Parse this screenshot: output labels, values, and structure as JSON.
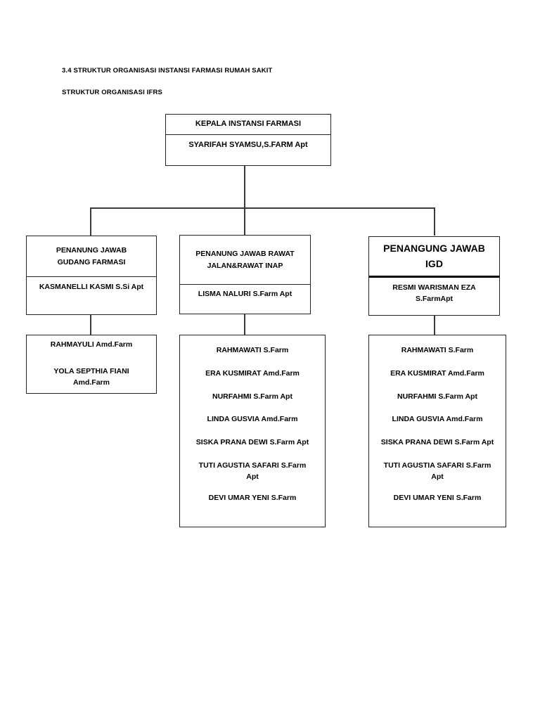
{
  "document": {
    "section_heading": "3.4 STRUKTUR ORGANISASI INSTANSI FARMASI RUMAH SAKIT",
    "chart_heading": "STRUKTUR ORGANISASI IFRS"
  },
  "chart_data": {
    "type": "diagram",
    "title": "STRUKTUR ORGANISASI IFRS",
    "root": {
      "title": "KEPALA INSTANSI FARMASI",
      "name": "SYARIFAH SYAMSU,S.FARM Apt"
    },
    "branches": [
      {
        "id": "gudang",
        "title_line1": "PENANUNG JAWAB",
        "title_line2": "GUDANG FARMASI",
        "head": "KASMANELLI KASMI S.Si Apt",
        "staff": [
          "RAHMAYULI Amd.Farm",
          "YOLA SEPTHIA FIANI Amd.Farm"
        ]
      },
      {
        "id": "rawat",
        "title_line1": "PENANUNG JAWAB RAWAT",
        "title_line2": "JALAN&RAWAT INAP",
        "head": "LISMA NALURI S.Farm Apt",
        "staff": [
          "RAHMAWATI S.Farm",
          "ERA KUSMIRAT Amd.Farm",
          "NURFAHMI S.Farm Apt",
          "LINDA GUSVIA Amd.Farm",
          "SISKA PRANA DEWI S.Farm Apt",
          "TUTI AGUSTIA SAFARI S.Farm Apt",
          "DEVI UMAR YENI S.Farm"
        ]
      },
      {
        "id": "igd",
        "title_line1": "PENANGUNG JAWAB",
        "title_line2": "IGD",
        "head_line1": "RESMI WARISMAN EZA",
        "head_line2": "S.FarmApt",
        "staff": [
          "RAHMAWATI S.Farm",
          "ERA KUSMIRAT Amd.Farm",
          "NURFAHMI S.Farm Apt",
          "LINDA GUSVIA Amd.Farm",
          "SISKA PRANA DEWI S.Farm Apt",
          "TUTI AGUSTIA SAFARI S.Farm Apt",
          "DEVI UMAR YENI S.Farm"
        ]
      }
    ]
  },
  "colors": {
    "background": "#ffffff",
    "text": "#000000",
    "border": "#222222",
    "connector": "#3a3a3a"
  }
}
